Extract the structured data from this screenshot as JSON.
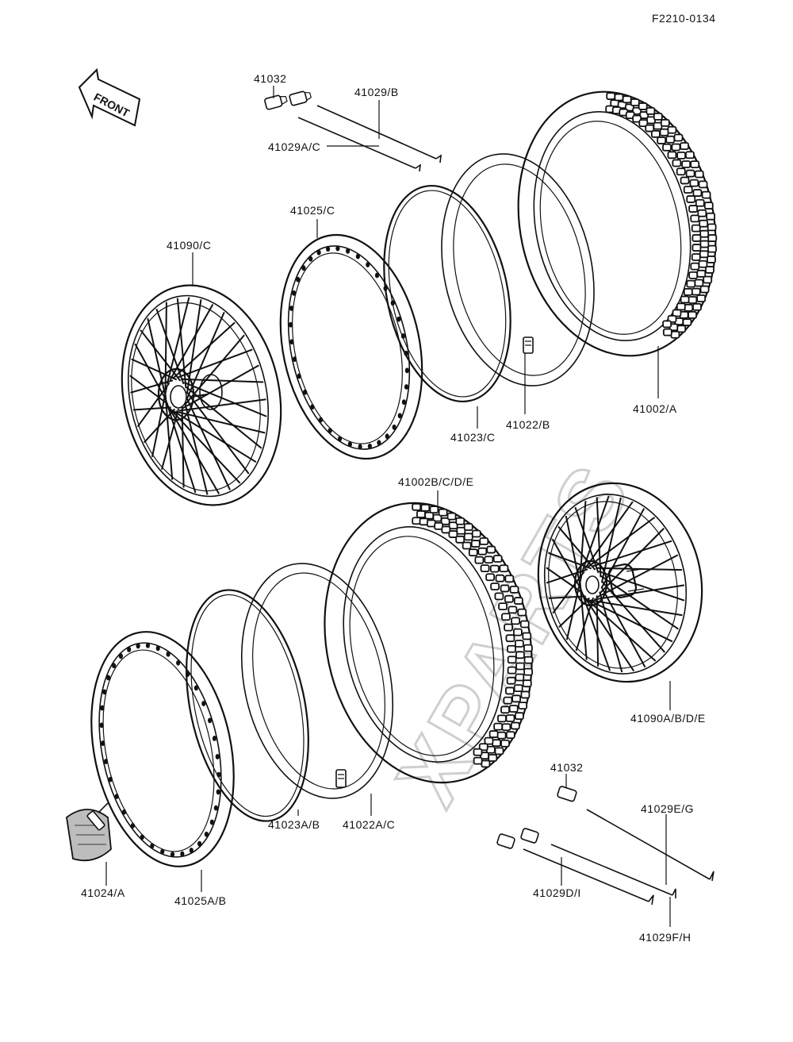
{
  "diagram": {
    "ref_code": "F2210-0134",
    "front_label": "FRONT",
    "watermark": "XPARTS",
    "labels": {
      "l41032_top": "41032",
      "l41029_b": "41029/B",
      "l41029a_c": "41029A/C",
      "l41025_c": "41025/C",
      "l41090_c": "41090/C",
      "l41023_c": "41023/C",
      "l41022_b": "41022/B",
      "l41002_a": "41002/A",
      "l41002b_cde": "41002B/C/D/E",
      "l41090a_bde": "41090A/B/D/E",
      "l41023a_b": "41023A/B",
      "l41022a_c": "41022A/C",
      "l41024_a": "41024/A",
      "l41025a_b": "41025A/B",
      "l41032_bottom": "41032",
      "l41029e_g": "41029E/G",
      "l41029d_i": "41029D/I",
      "l41029f_h": "41029F/H"
    }
  }
}
